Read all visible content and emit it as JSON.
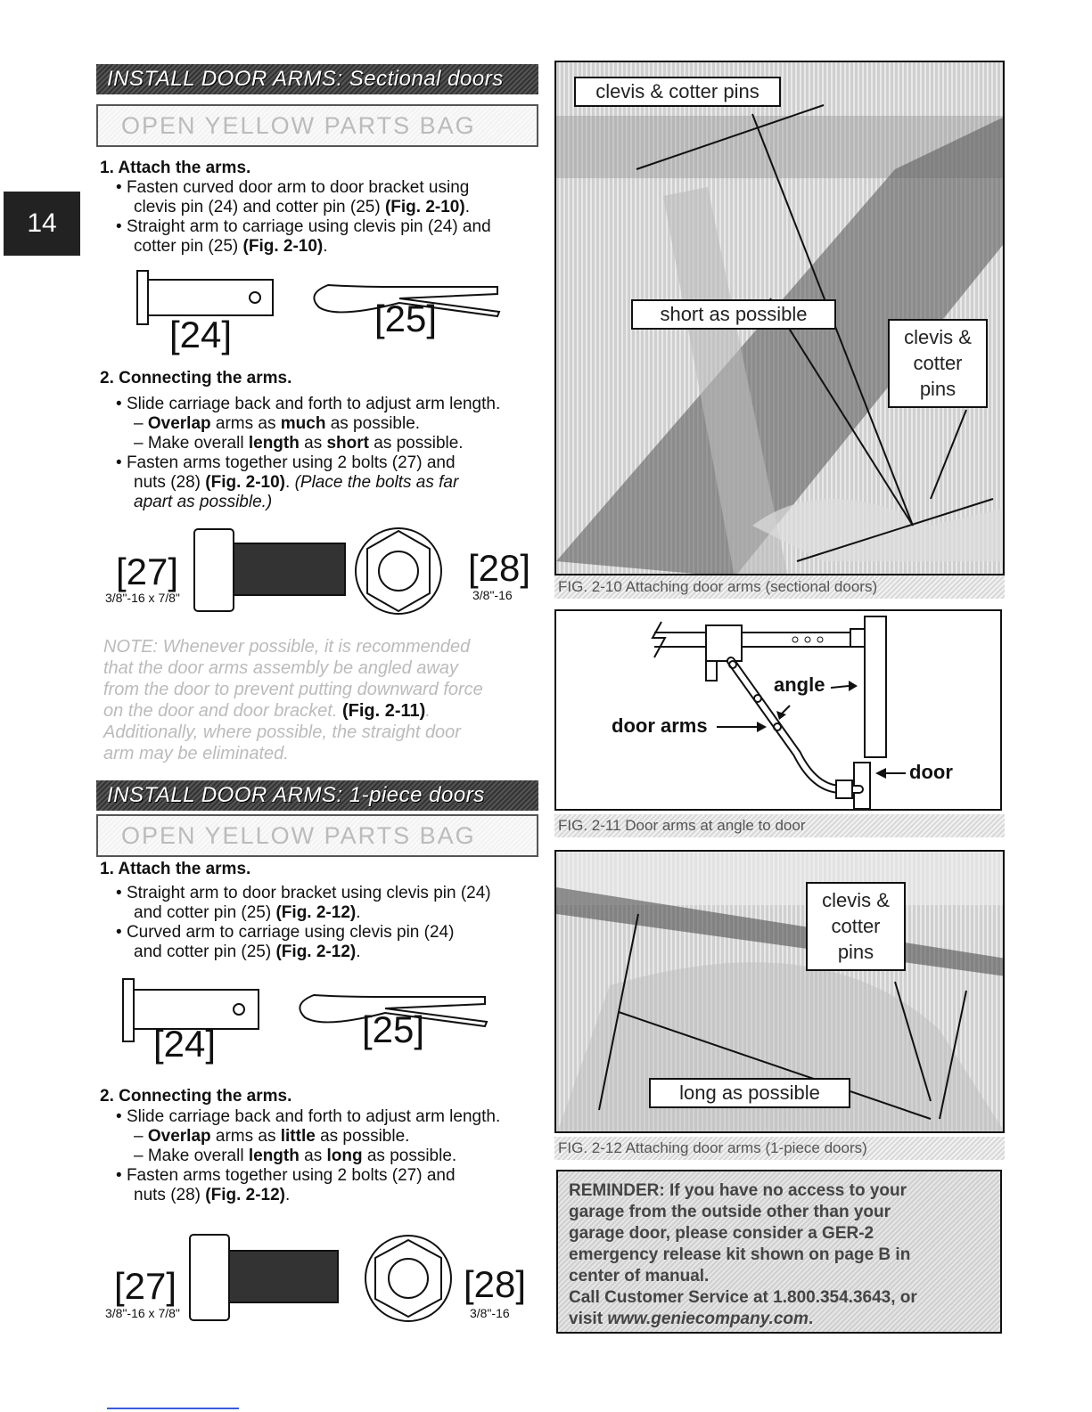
{
  "page_number": "14",
  "sec1": {
    "banner_a": "INSTALL DOOR ARMS:",
    "banner_b": "Sectional doors",
    "bag": "OPEN YELLOW PARTS BAG",
    "step1": "1. Attach the arms.",
    "b1a": "Fasten curved door arm to door bracket using",
    "b1b": "clevis pin (24) and cotter pin (25)",
    "b1b_fig": "(Fig. 2-10)",
    "b2a": "Straight arm to carriage using clevis pin (24) and",
    "b2b": "cotter pin (25)",
    "b2b_fig": "(Fig. 2-10)",
    "part24": "[24]",
    "part25": "[25]",
    "step2": "2. Connecting the arms.",
    "c1": "Slide carriage back and forth to adjust arm length.",
    "c2_pre": "– ",
    "c2_b1": "Overlap",
    "c2_m": " arms as ",
    "c2_b2": "much",
    "c2_post": " as possible.",
    "c3_pre": "– Make overall ",
    "c3_b1": "length",
    "c3_m": " as ",
    "c3_b2": "short",
    "c3_post": " as possible.",
    "c4a": "Fasten arms together using 2 bolts (27) and",
    "c4b": "nuts (28)",
    "c4b_fig": "(Fig. 2-10)",
    "c4b_italic": "(Place the bolts as far",
    "c4c": "apart as possible.)",
    "part27": "[27]",
    "spec27": "3/8\"-16 x 7/8\"",
    "part28": "[28]",
    "spec28": "3/8\"-16",
    "note1": "NOTE: Whenever possible, it is recommended",
    "note2": "that the door arms assembly be angled away",
    "note3": "from the door to prevent putting downward force",
    "note4": "on the door and door bracket.",
    "note4_fig": "(Fig. 2-11)",
    "note5": "Additionally, where possible, the straight door",
    "note6": "arm may be eliminated."
  },
  "sec2": {
    "banner_a": "INSTALL DOOR ARMS:",
    "banner_b": "1-piece doors",
    "bag": "OPEN YELLOW PARTS BAG",
    "step1": "1. Attach the arms.",
    "b1a": "Straight arm to door bracket using clevis pin (24)",
    "b1b": "and cotter pin (25)",
    "b1b_fig": "(Fig. 2-12)",
    "b2a": "Curved arm to carriage using clevis pin (24)",
    "b2b": "and cotter pin (25)",
    "b2b_fig": "(Fig. 2-12)",
    "part24": "[24]",
    "part25": "[25]",
    "step2": "2. Connecting the arms.",
    "c1": "Slide carriage back and forth to adjust arm length.",
    "c2_pre": "– ",
    "c2_b1": "Overlap",
    "c2_m": " arms as ",
    "c2_b2": "little",
    "c2_post": " as possible.",
    "c3_pre": "– Make overall ",
    "c3_b1": "length",
    "c3_m": " as ",
    "c3_b2": "long",
    "c3_post": " as possible.",
    "c4a": "Fasten arms together using 2 bolts (27) and",
    "c4b": "nuts (28)",
    "c4b_fig": "(Fig. 2-12)",
    "part27": "[27]",
    "spec27": "3/8\"-16 x 7/8\"",
    "part28": "[28]",
    "spec28": "3/8\"-16"
  },
  "fig210": {
    "label_pins_top": "clevis & cotter pins",
    "label_short": "short as possible",
    "label_pins_right_1": "clevis &",
    "label_pins_right_2": "cotter",
    "label_pins_right_3": "pins",
    "caption": "FIG. 2-10  Attaching door arms (sectional doors)"
  },
  "fig211": {
    "label_angle": "angle",
    "label_arms": "door arms",
    "label_door": "door",
    "caption": "FIG. 2-11  Door arms at angle to door"
  },
  "fig212": {
    "label_pins_1": "clevis &",
    "label_pins_2": "cotter",
    "label_pins_3": "pins",
    "label_long": "long as possible",
    "caption": "FIG. 2-12  Attaching door arms (1-piece doors)"
  },
  "reminder": {
    "l1": "REMINDER: If you have no access to your",
    "l2": "garage from the outside other than your",
    "l3": "garage door, please consider a GER-2",
    "l4": "emergency release kit shown on page B in",
    "l5": "center of manual.",
    "l6": "Call Customer Service at 1.800.354.3643, or",
    "l7_pre": "visit ",
    "l7_link": "www.geniecompany.com",
    "l7_post": "."
  }
}
